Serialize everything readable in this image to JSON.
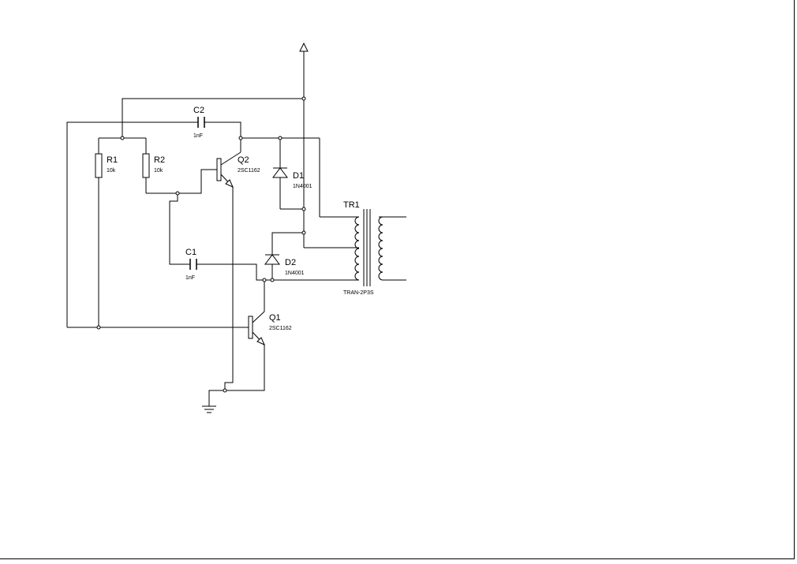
{
  "components": {
    "r1": {
      "ref": "R1",
      "value": "10k"
    },
    "r2": {
      "ref": "R2",
      "value": "10k"
    },
    "c1": {
      "ref": "C1",
      "value": "1nF"
    },
    "c2": {
      "ref": "C2",
      "value": "1nF"
    },
    "q1": {
      "ref": "Q1",
      "value": "2SC1162"
    },
    "q2": {
      "ref": "Q2",
      "value": "2SC1162"
    },
    "d1": {
      "ref": "D1",
      "value": "1N4001"
    },
    "d2": {
      "ref": "D2",
      "value": "1N4001"
    },
    "tr1": {
      "ref": "TR1",
      "value": "TRAN-2P3S"
    }
  },
  "symbols": {
    "power": "power-terminal-arrow",
    "ground": "ground-symbol"
  }
}
